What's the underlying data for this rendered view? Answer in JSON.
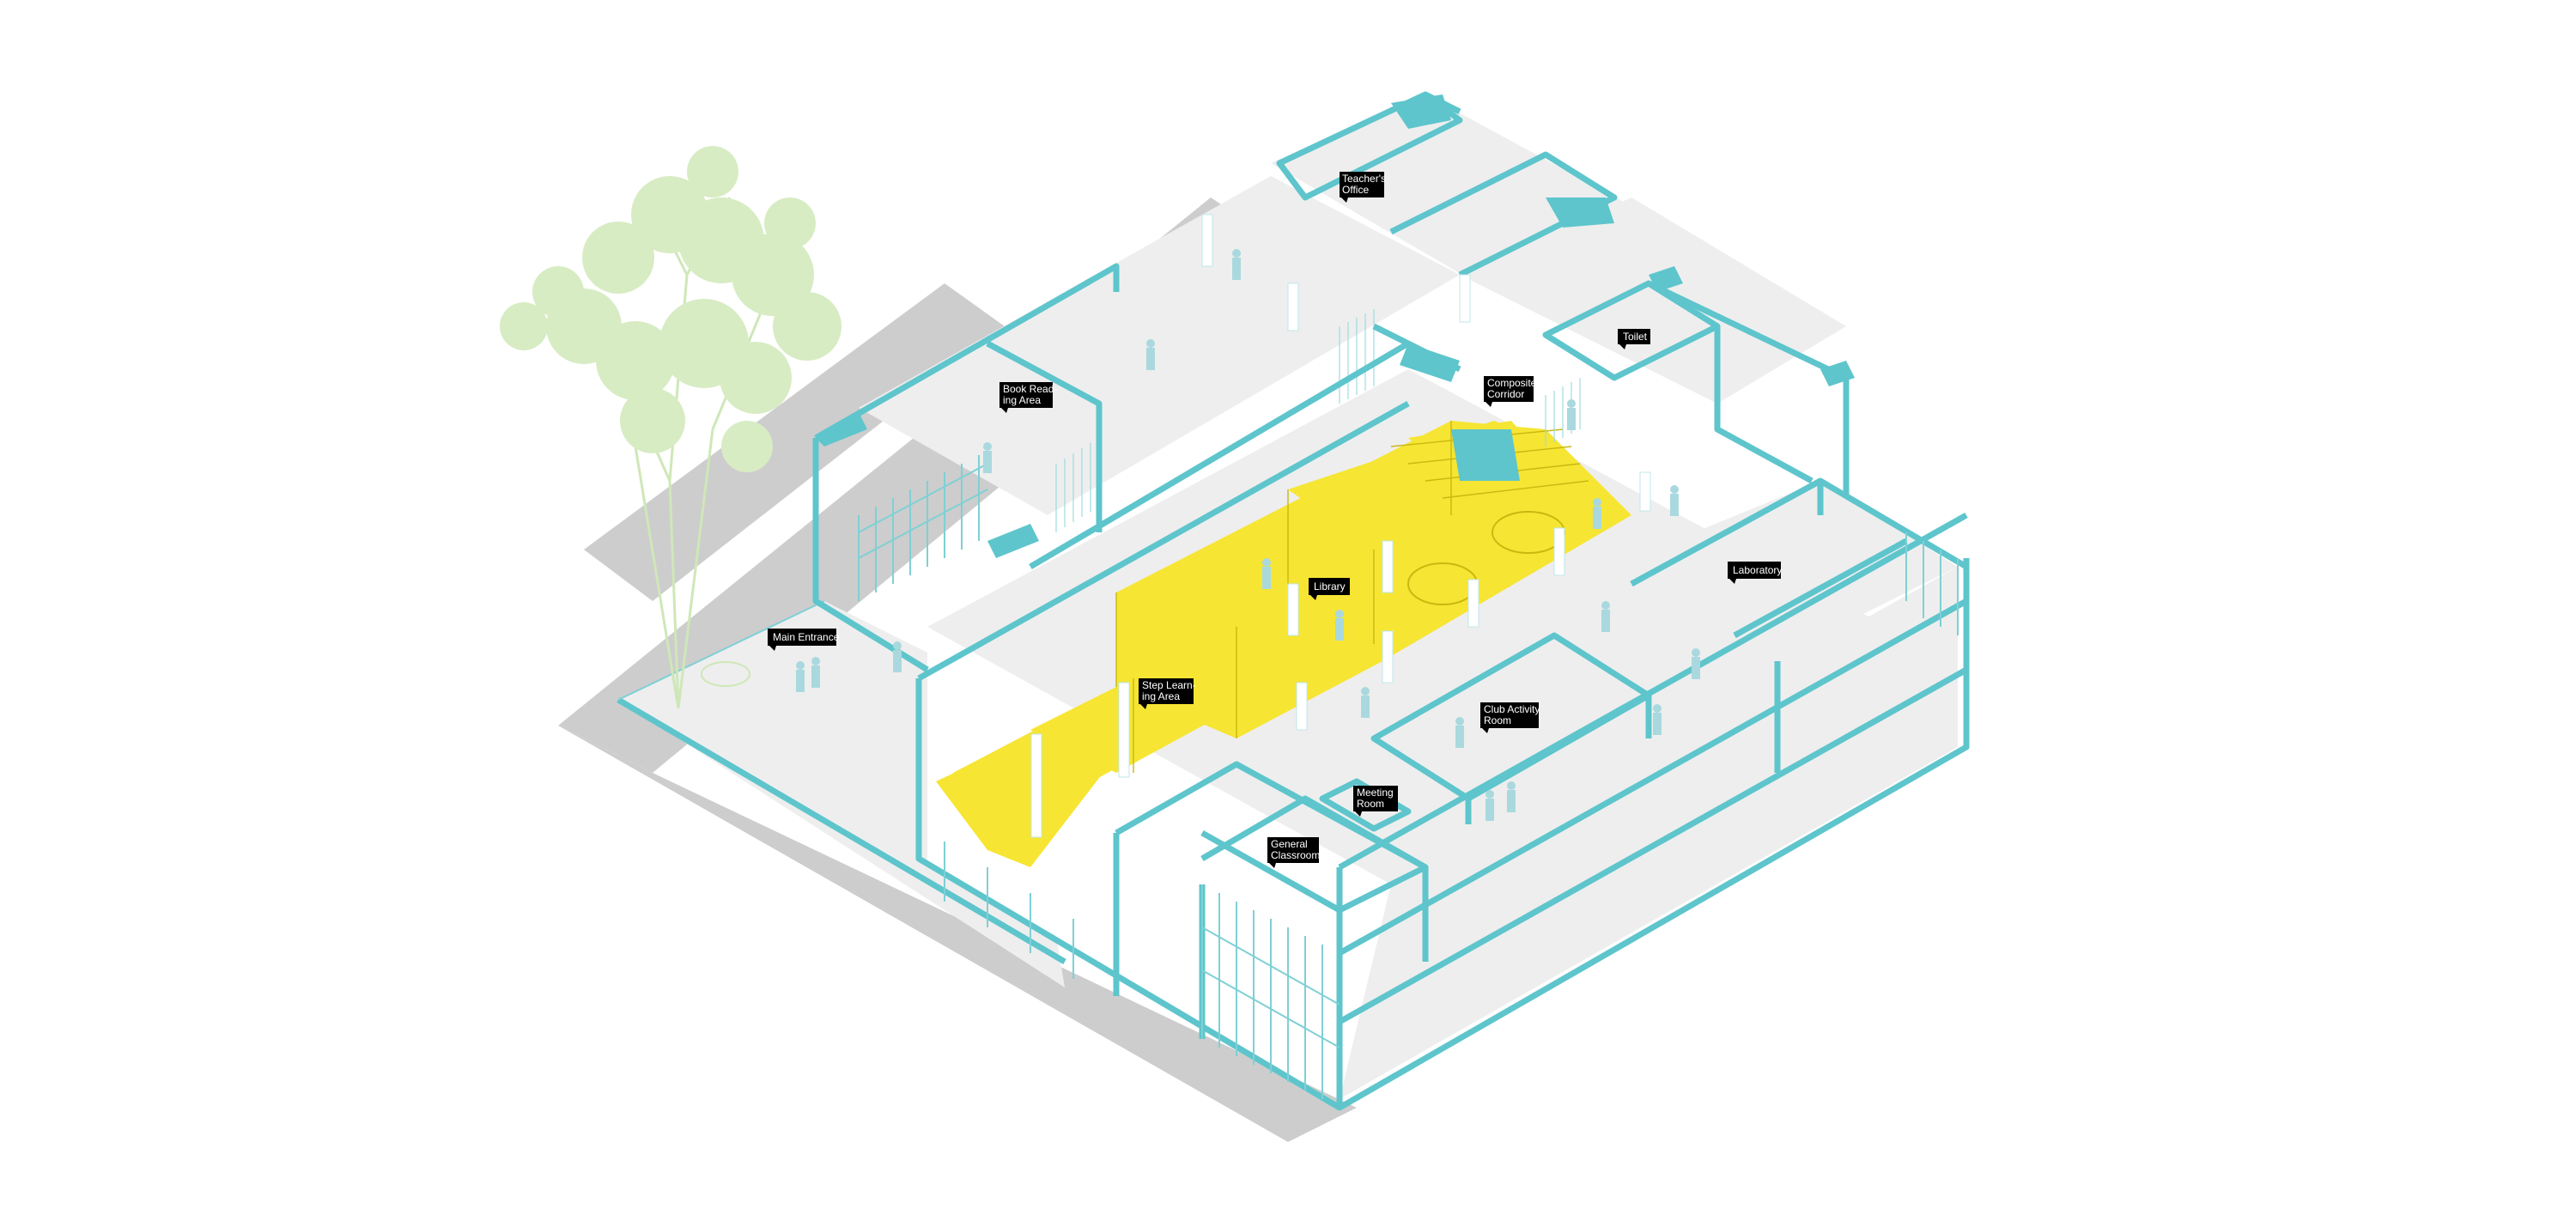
{
  "labels": {
    "teachers_office": [
      "Teacher's",
      "Office"
    ],
    "toilet": [
      "Toilet"
    ],
    "book_reading": [
      "Book Read-",
      "ing Area"
    ],
    "composite_corridor": [
      "Composite",
      "Corridor"
    ],
    "library": [
      "Library"
    ],
    "laboratory": [
      "Laboratory"
    ],
    "main_entrance": [
      "Main Entrance"
    ],
    "step_learning": [
      "Step Learn-",
      "ing Area"
    ],
    "club_activity": [
      "Club Activity",
      "Room"
    ],
    "meeting_room": [
      "Meeting",
      "Room"
    ],
    "general_classroom": [
      "General",
      "Classroom"
    ]
  },
  "colors": {
    "wall": "#5ec5cc",
    "floor": "#eeeeee",
    "shadow": "#cdcdcd",
    "highlight": "#f6e533",
    "tree": "#d8ecc4",
    "tag_bg": "#000000",
    "tag_text": "#ffffff"
  }
}
